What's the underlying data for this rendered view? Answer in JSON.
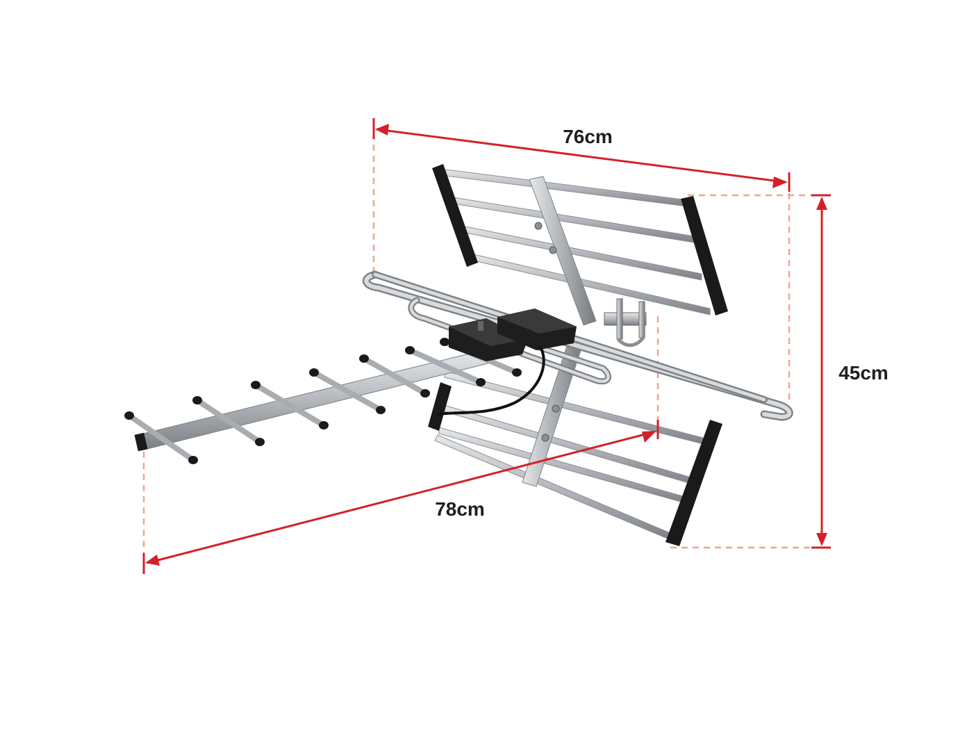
{
  "dimensions": {
    "width_label": "76cm",
    "length_label": "78cm",
    "height_label": "45cm"
  },
  "colors": {
    "dimension_arrow": "#d4202a",
    "extension_line": "#f0a58c",
    "aluminium": "#b9bcbf",
    "aluminium_dark": "#7f8387",
    "end_cap": "#1a1a1a"
  }
}
